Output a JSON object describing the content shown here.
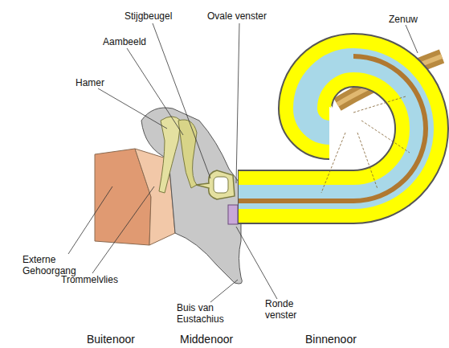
{
  "diagram": {
    "labels": [
      "Stijgbeugel",
      "Ovale venster",
      "Zenuw",
      "Aambeeld",
      "Hamer",
      "Externe Gehoorgang",
      "Trommelvlies",
      "Buis van Eustachius",
      "Ronde venster",
      "Buitenoor",
      "Middenoor",
      "Binnenoor"
    ]
  }
}
